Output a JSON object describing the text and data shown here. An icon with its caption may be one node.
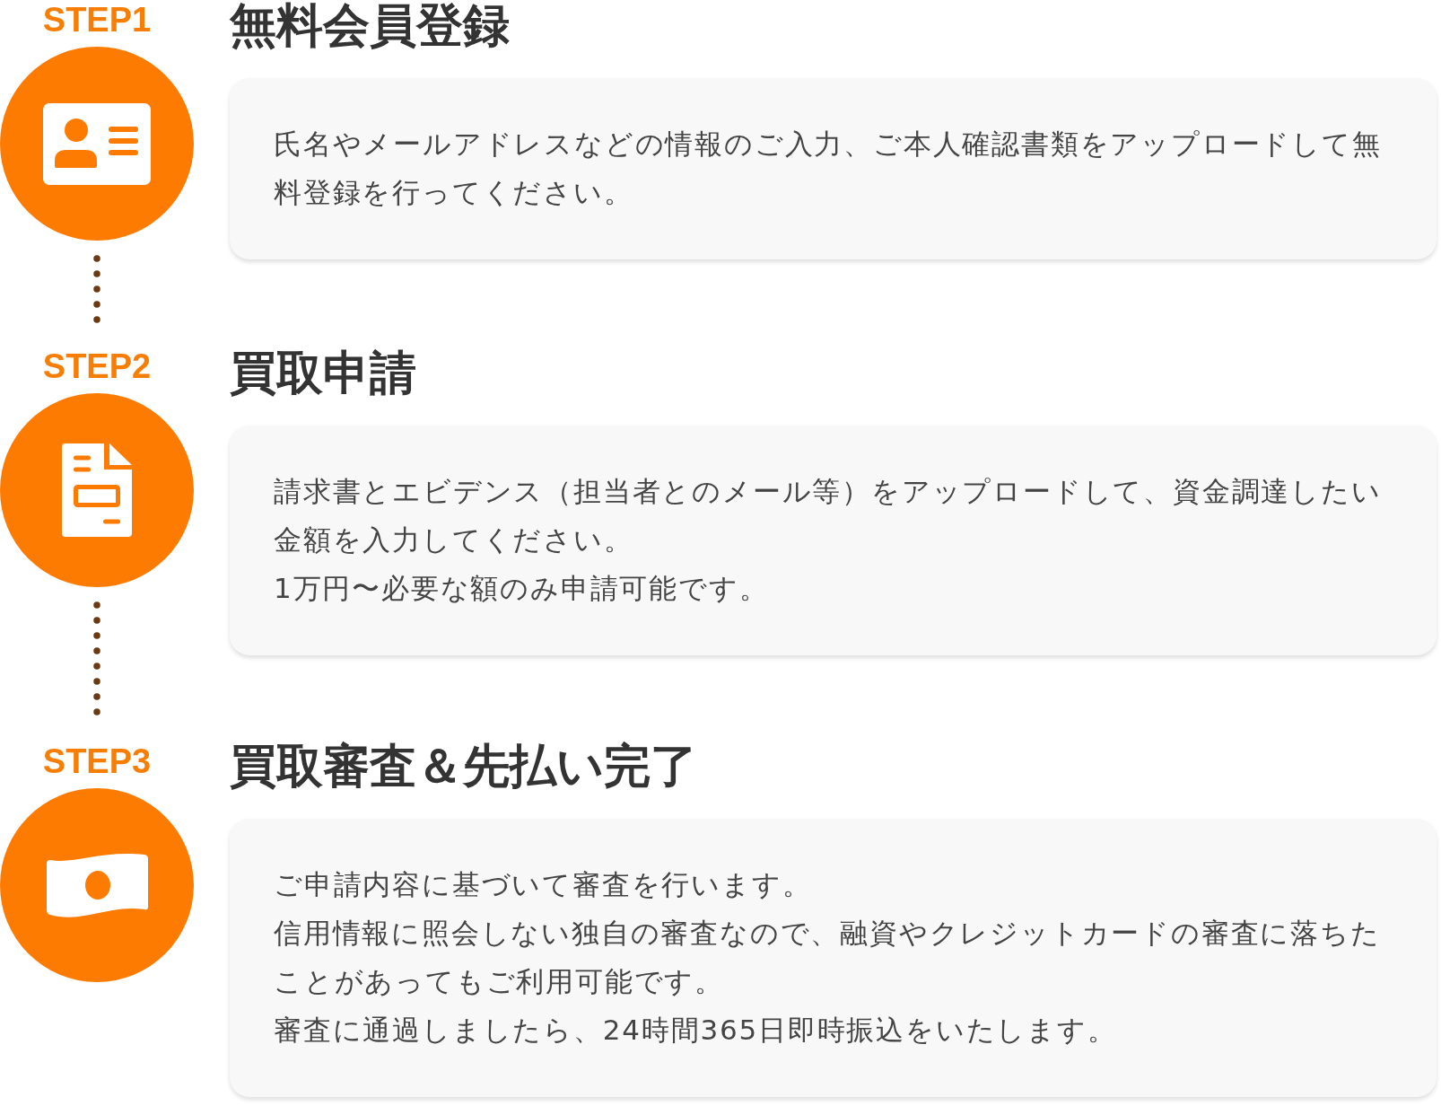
{
  "diagram": {
    "nodes": [
      {
        "text": [
          "STEP1"
        ]
      },
      {
        "text": [
          "無料会員登録",
          "氏名やメールアドレスなどの情報のご入力、ご本人確認書類をアップロードして無料登録を行ってください。"
        ]
      },
      {
        "text": [
          "STEP2"
        ]
      },
      {
        "text": [
          "買取申請",
          "請求書とエビデンス（担当者とのメール等）をアップロードして、資金調達したい金額を入力してください。",
          "1万円〜必要な額のみ申請可能です。"
        ]
      },
      {
        "text": [
          "STEP3"
        ]
      },
      {
        "text": [
          "買取審査＆先払い完了",
          "ご申請内容に基づいて審査を行います。",
          "信用情報に照会しない独自の審査なので、融資やクレジットカードの審査に落ちたことがあってもご利用可能です。",
          "審査に通過しましたら、24時間365日即時振込をいたします。"
        ]
      }
    ],
    "edges": [
      {
        "from": 0,
        "to": 2,
        "arrow": "none",
        "style": "dashed"
      },
      {
        "from": 2,
        "to": 4,
        "arrow": "none",
        "style": "dashed"
      }
    ]
  }
}
